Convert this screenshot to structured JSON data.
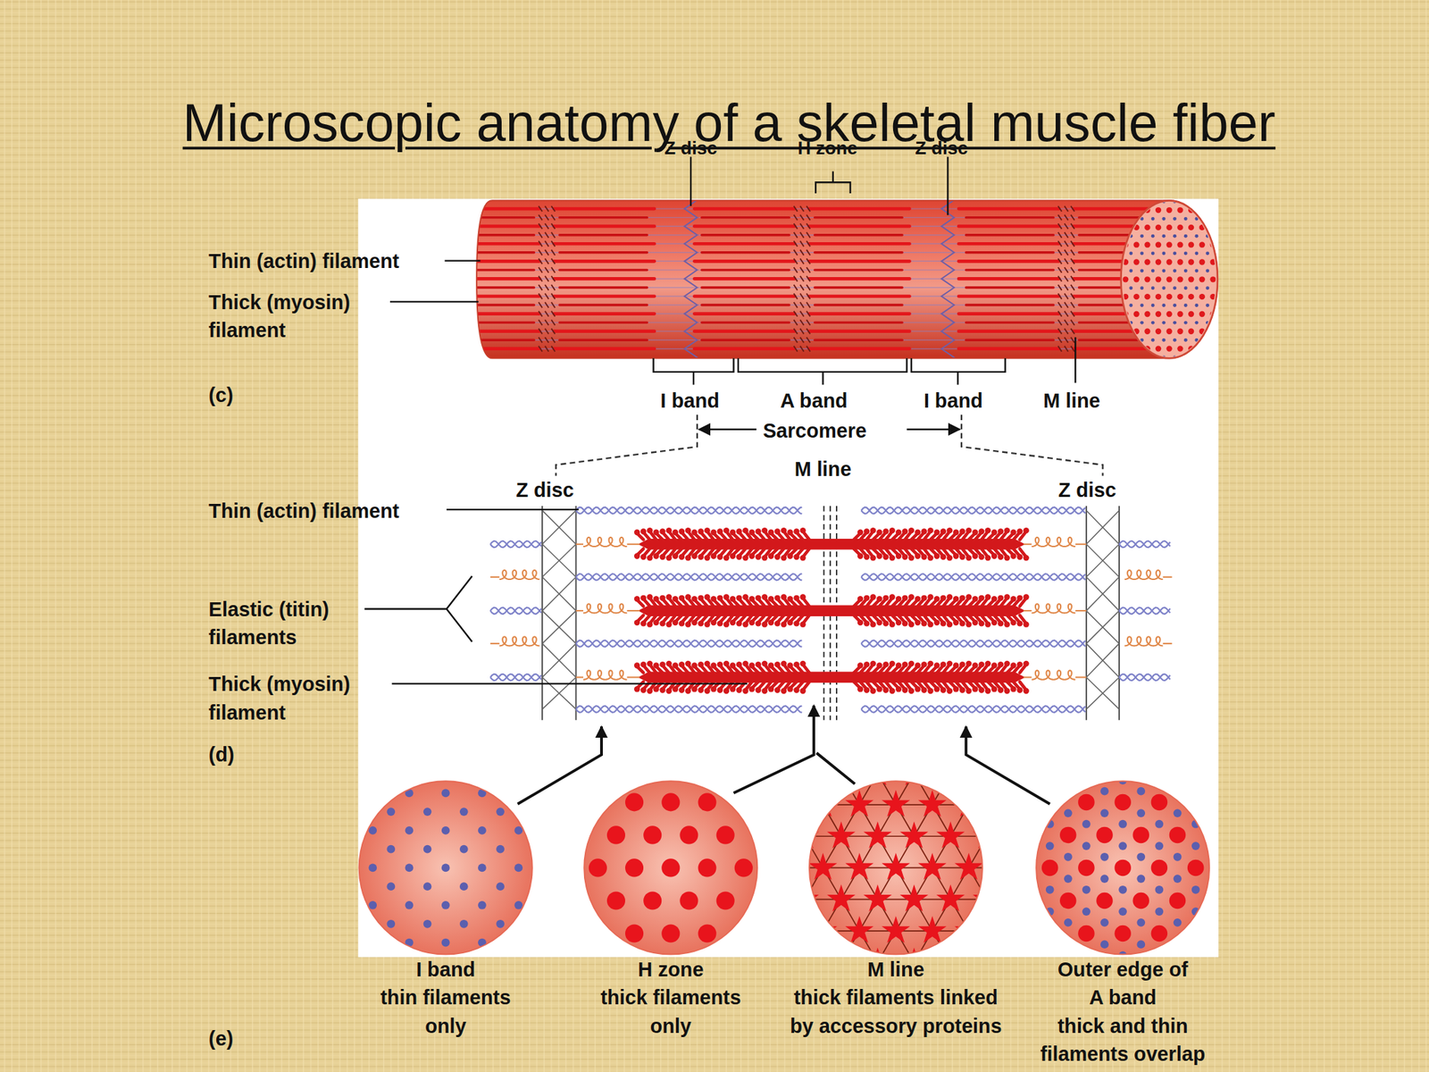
{
  "diagram": {
    "title": "Microscopic anatomy of a skeletal muscle fiber",
    "nodes": [
      {
        "text": [
          "I band",
          "thin filaments only"
        ]
      },
      {
        "text": [
          "H zone",
          "thick filaments only"
        ]
      },
      {
        "text": [
          "M line",
          "thick filaments linked by accessory proteins"
        ]
      },
      {
        "text": [
          "Outer edge of A band",
          "thick and thin filaments overlap"
        ]
      }
    ],
    "labels": [
      "Z disc",
      "H zone",
      "Z disc",
      "Thin (actin) filament",
      "Thick (myosin) filament",
      "(c)",
      "I band",
      "A band",
      "I band",
      "M line",
      "Sarcomere",
      "M line",
      "Z disc",
      "Z disc",
      "Thin (actin) filament",
      "Elastic (titin) filaments",
      "Thick (myosin) filament",
      "(d)",
      "(e)"
    ]
  }
}
